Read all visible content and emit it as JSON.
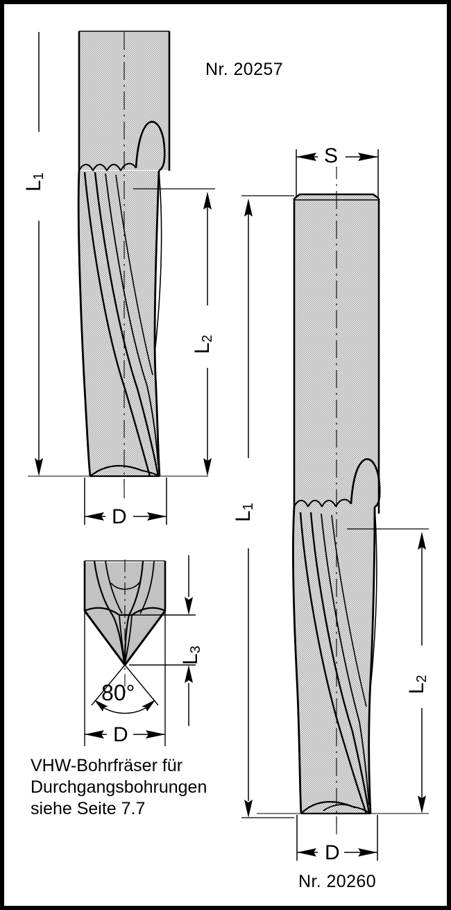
{
  "drawing": {
    "type": "technical-drawing",
    "subject": "VHW-Bohrfraeser (solid carbide drill-mill) dimension drawing",
    "background_color": "#ffffff",
    "line_color": "#000000",
    "hatch_color": "#b9b9b9",
    "border": "black rectangular frame"
  },
  "labels": {
    "part_top": "Nr. 20257",
    "part_bottom": "Nr. 20260"
  },
  "note": {
    "line1": "VHW-Bohrfräser für",
    "line2": "Durchgangsbohrungen",
    "line3": "siehe Seite 7.7"
  },
  "dimensions": {
    "left_view": [
      {
        "id": "L1",
        "letter": "L",
        "sub": "1",
        "orientation": "vertical",
        "text": "L1"
      },
      {
        "id": "L2",
        "letter": "L",
        "sub": "2",
        "orientation": "vertical",
        "text": "L2"
      },
      {
        "id": "D",
        "letter": "D",
        "sub": "",
        "orientation": "horizontal",
        "text": "D"
      }
    ],
    "detail_view": [
      {
        "id": "L3",
        "letter": "L",
        "sub": "3",
        "orientation": "vertical",
        "text": "L3"
      },
      {
        "id": "D",
        "letter": "D",
        "sub": "",
        "orientation": "horizontal",
        "text": "D"
      },
      {
        "id": "angle",
        "text": "80°",
        "orientation": "angular",
        "value": 80,
        "unit": "degrees"
      }
    ],
    "right_view": [
      {
        "id": "S",
        "letter": "S",
        "sub": "",
        "orientation": "horizontal",
        "text": "S"
      },
      {
        "id": "L1",
        "letter": "L",
        "sub": "1",
        "orientation": "vertical",
        "text": "L1"
      },
      {
        "id": "L2",
        "letter": "L",
        "sub": "2",
        "orientation": "vertical",
        "text": "L2"
      },
      {
        "id": "D",
        "letter": "D",
        "sub": "",
        "orientation": "horizontal",
        "text": "D"
      }
    ]
  },
  "letters": {
    "L": "L",
    "D": "D",
    "S": "S",
    "one": "1",
    "two": "2",
    "three": "3",
    "angle80": "80°"
  }
}
